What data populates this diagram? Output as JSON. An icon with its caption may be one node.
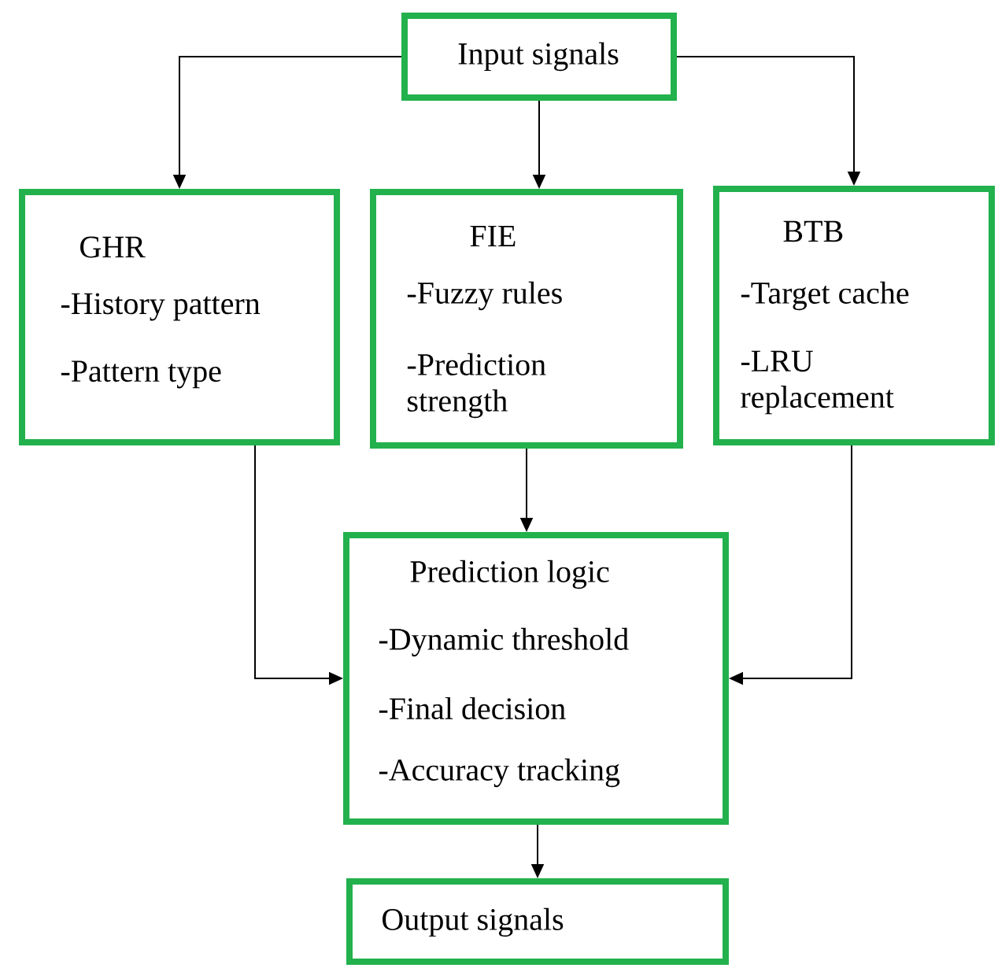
{
  "diagram": {
    "nodes": [
      {
        "text": [
          "Input signals"
        ]
      },
      {
        "text": [
          "GHR",
          "-History pattern",
          "-Pattern type"
        ]
      },
      {
        "text": [
          "FIE",
          "-Fuzzy rules",
          "-Prediction strength"
        ]
      },
      {
        "text": [
          "BTB",
          "-Target cache",
          "-LRU replacement"
        ]
      },
      {
        "text": [
          "Prediction logic",
          "-Dynamic threshold",
          "-Final decision",
          "-Accuracy tracking"
        ]
      },
      {
        "text": [
          "Output signals"
        ]
      }
    ],
    "edges": [
      {
        "from": 0,
        "to": 1,
        "arrow": "to"
      },
      {
        "from": 0,
        "to": 2,
        "arrow": "to"
      },
      {
        "from": 0,
        "to": 3,
        "arrow": "to"
      },
      {
        "from": 1,
        "to": 4,
        "arrow": "to"
      },
      {
        "from": 2,
        "to": 4,
        "arrow": "to"
      },
      {
        "from": 3,
        "to": 4,
        "arrow": "to"
      },
      {
        "from": 4,
        "to": 5,
        "arrow": "to"
      }
    ]
  }
}
